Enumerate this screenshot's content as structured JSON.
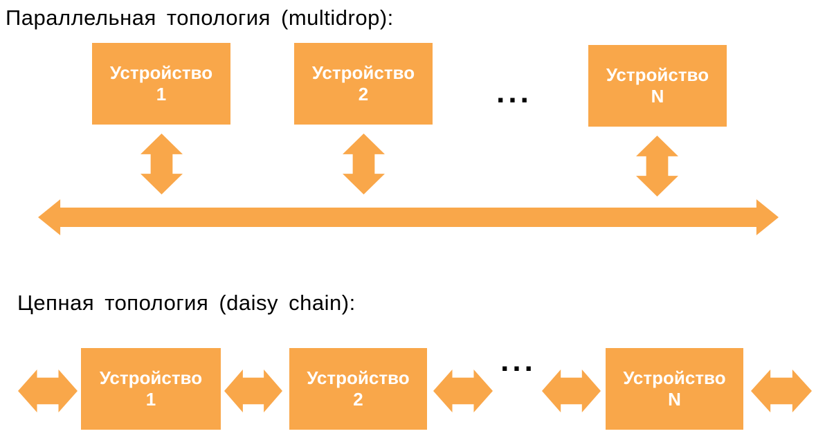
{
  "colors": {
    "accent": "#F9A74A",
    "title_text": "#000000",
    "device_text": "#FFFFFF",
    "background": "#FFFFFF"
  },
  "sections": [
    {
      "title": "Параллельная топология (multidrop):",
      "ellipsis": "...",
      "devices": [
        {
          "line1": "Устройство",
          "line2": "1"
        },
        {
          "line1": "Устройство",
          "line2": "2"
        },
        {
          "line1": "Устройство",
          "line2": "N"
        }
      ]
    },
    {
      "title": "Цепная топология (daisy chain):",
      "ellipsis": "...",
      "devices": [
        {
          "line1": "Устройство",
          "line2": "1"
        },
        {
          "line1": "Устройство",
          "line2": "2"
        },
        {
          "line1": "Устройство",
          "line2": "N"
        }
      ]
    }
  ]
}
